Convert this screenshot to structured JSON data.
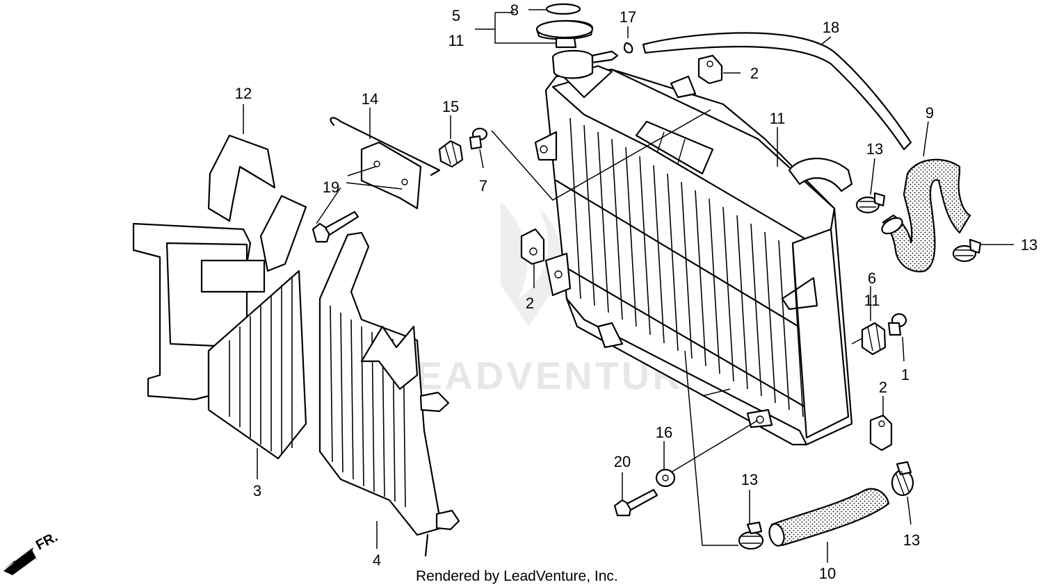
{
  "callouts": [
    {
      "id": "c8",
      "text": "8"
    },
    {
      "id": "c5",
      "text": "5"
    },
    {
      "id": "c11a",
      "text": "11"
    },
    {
      "id": "c17",
      "text": "17"
    },
    {
      "id": "c18",
      "text": "18"
    },
    {
      "id": "c2a",
      "text": "2"
    },
    {
      "id": "c12",
      "text": "12"
    },
    {
      "id": "c14",
      "text": "14"
    },
    {
      "id": "c15",
      "text": "15"
    },
    {
      "id": "c11b",
      "text": "11"
    },
    {
      "id": "c9",
      "text": "9"
    },
    {
      "id": "c13a",
      "text": "13"
    },
    {
      "id": "c19",
      "text": "19"
    },
    {
      "id": "c7",
      "text": "7"
    },
    {
      "id": "c13b",
      "text": "13"
    },
    {
      "id": "c2b",
      "text": "2"
    },
    {
      "id": "c6",
      "text": "6"
    },
    {
      "id": "c11c",
      "text": "11"
    },
    {
      "id": "c1",
      "text": "1"
    },
    {
      "id": "c2c",
      "text": "2"
    },
    {
      "id": "c16",
      "text": "16"
    },
    {
      "id": "c20",
      "text": "20"
    },
    {
      "id": "c13c",
      "text": "13"
    },
    {
      "id": "c3",
      "text": "3"
    },
    {
      "id": "c4",
      "text": "4"
    },
    {
      "id": "c13d",
      "text": "13"
    },
    {
      "id": "c10",
      "text": "10"
    }
  ],
  "direction_label": "FR.",
  "credit": "Rendered by LeadVenture, Inc.",
  "watermark": "LEADVENTURE"
}
